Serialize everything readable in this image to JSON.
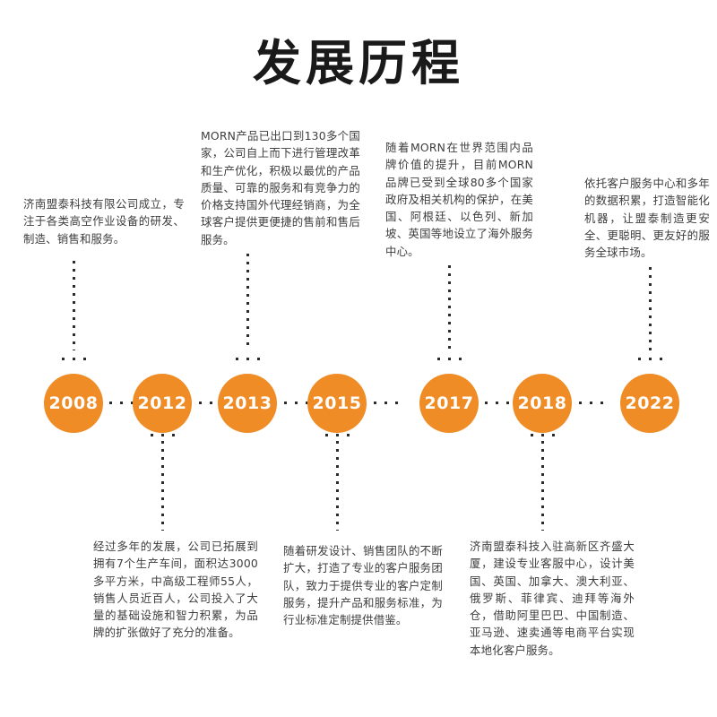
{
  "page": {
    "title": "发展历程",
    "accent_color": "#F08C26",
    "dot_color": "#2b2b2b",
    "text_color": "#3d3d3d",
    "background": "#ffffff"
  },
  "timeline": {
    "milestones": [
      {
        "year": "2008",
        "position": "above",
        "text": "济南盟泰科技有限公司成立，专注于各类高空作业设备的研发、制造、销售和服务。"
      },
      {
        "year": "2012",
        "position": "below",
        "text": "经过多年的发展，公司已拓展到拥有7个生产车间，面积达3000多平方米，中高级工程师55人，销售人员近百人，公司投入了大量的基础设施和智力积累，为品牌的扩张做好了充分的准备。"
      },
      {
        "year": "2013",
        "position": "above",
        "text": "MORN产品已出口到130多个国家，公司自上而下进行管理改革和生产优化，积极以最优的产品质量、可靠的服务和有竞争力的价格支持国外代理经销商，为全球客户提供更便捷的售前和售后服务。"
      },
      {
        "year": "2015",
        "position": "below",
        "text": "随着研发设计、销售团队的不断扩大，打造了专业的客户服务团队，致力于提供专业的客户定制服务，提升产品和服务标准，为行业标准定制提供借鉴。"
      },
      {
        "year": "2017",
        "position": "above",
        "text": "随着MORN在世界范围内品牌价值的提升，目前MORN品牌已受到全球80多个国家政府及相关机构的保护，在美国、阿根廷、以色列、新加坡、英国等地设立了海外服务中心。"
      },
      {
        "year": "2018",
        "position": "below",
        "text": "济南盟泰科技入驻高新区齐盛大厦，建设专业客服中心，设计美国、英国、加拿大、澳大利亚、俄罗斯、菲律宾、迪拜等海外仓，借助阿里巴巴、中国制造、亚马逊、速卖通等电商平台实现本地化客户服务。"
      },
      {
        "year": "2022",
        "position": "above",
        "text": "依托客户服务中心和多年的数据积累，打造智能化机器，让盟泰制造更安全、更聪明、更友好的服务全球市场。"
      }
    ]
  }
}
